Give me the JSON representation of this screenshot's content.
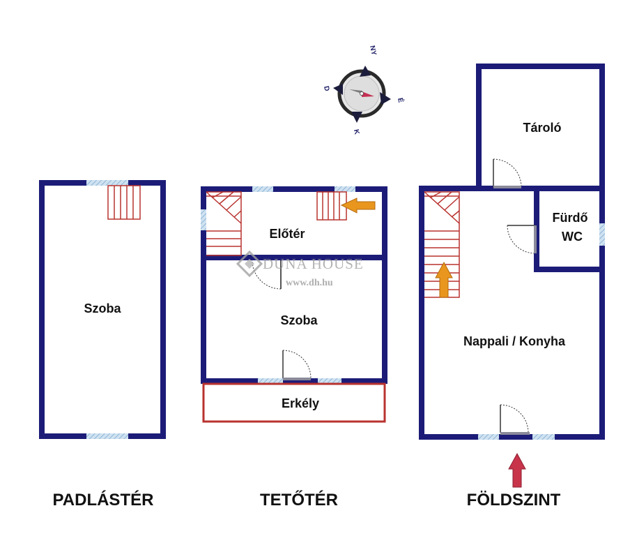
{
  "colors": {
    "wall": "#1c1c78",
    "window": "#a9cbe6",
    "stair": "#b8322e",
    "door": "#333333",
    "arrow_orange": "#e8961e",
    "arrow_red": "#c8344a",
    "balcony": "#b8322e"
  },
  "compass": {
    "north": "NY",
    "east": "É",
    "south": "K",
    "west": "D"
  },
  "watermark": {
    "brand": "DUNA HOUSE",
    "url": "www.dh.hu"
  },
  "floors": {
    "padlaster": {
      "label": "PADLÁSTÉR",
      "rooms": {
        "szoba": "Szoba"
      }
    },
    "teteter": {
      "label": "TETŐTÉR",
      "rooms": {
        "eloter": "Előtér",
        "szoba": "Szoba",
        "erkely": "Erkély"
      }
    },
    "foldszint": {
      "label": "FÖLDSZINT",
      "rooms": {
        "tarolo": "Tároló",
        "furdo": "Fürdő",
        "wc": "WC",
        "nappali": "Nappali / Konyha"
      }
    }
  }
}
